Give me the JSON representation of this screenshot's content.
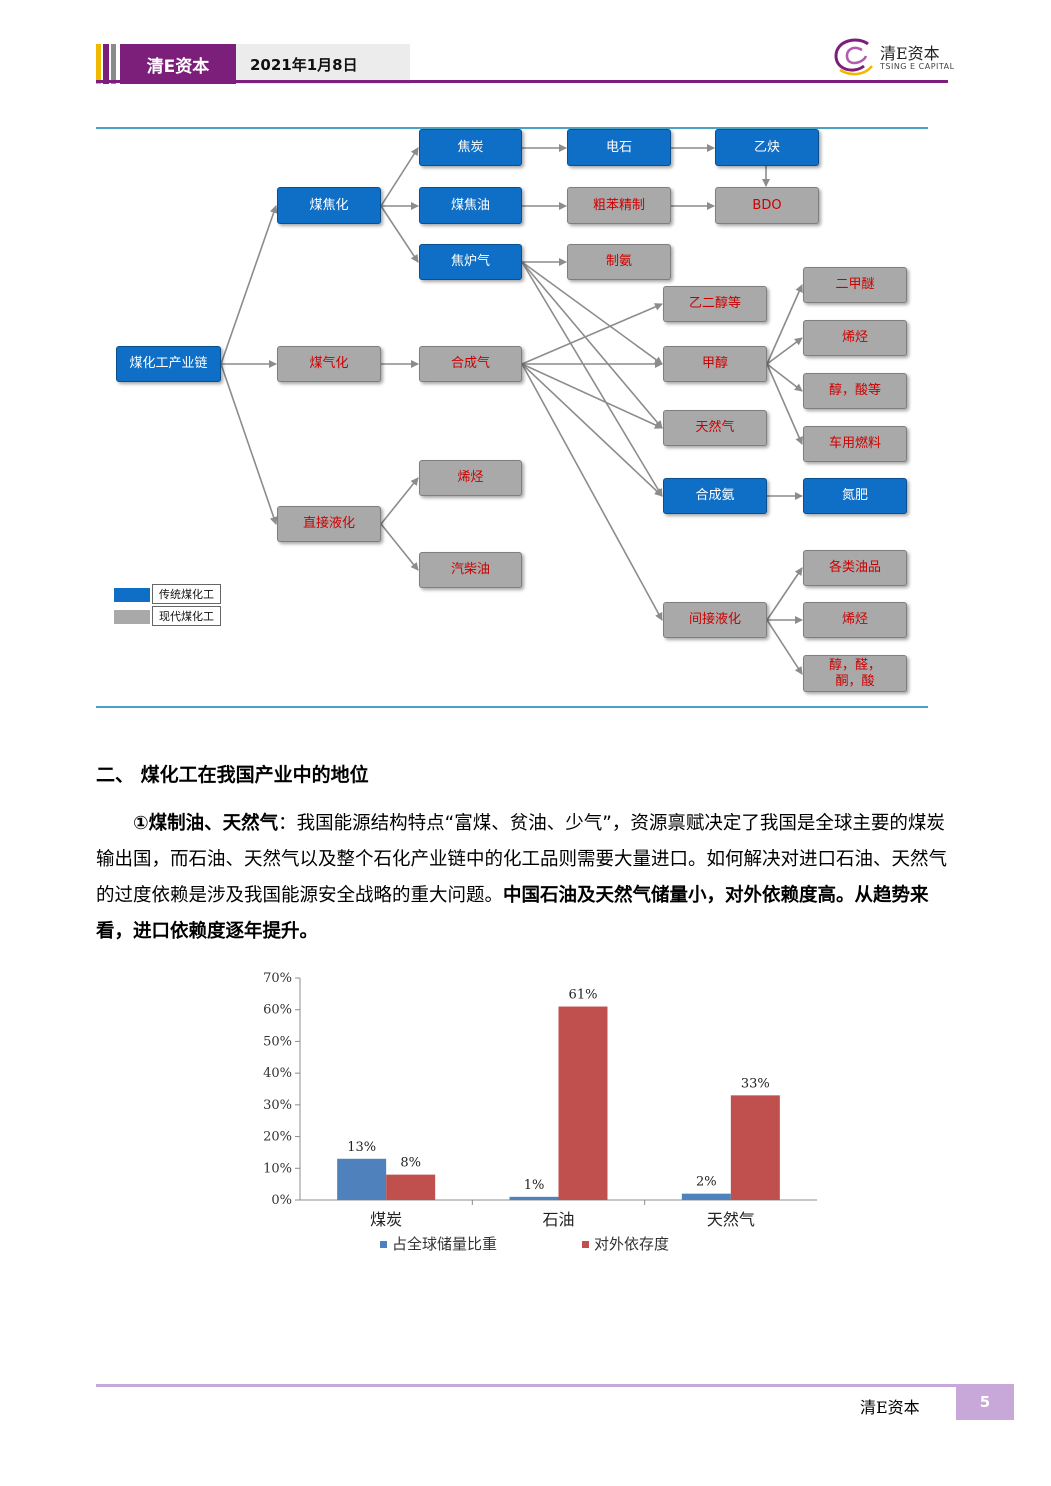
{
  "header": {
    "brand": "清E资本",
    "date": "2021年1月8日",
    "logo_text": "清E资本",
    "logo_sub": "TSING E CAPITAL",
    "colors": {
      "brand": "#7b1f7a",
      "accent_gold": "#f0b800",
      "accent_gray": "#8a8a8a"
    }
  },
  "diagram": {
    "root": "煤化工产业链",
    "nodes": {
      "coking": "煤焦化",
      "gasification": "煤气化",
      "liquefaction": "直接液化",
      "coke": "焦炭",
      "coal_tar": "煤焦油",
      "coke_gas": "焦炉气",
      "calcium_carbide": "电石",
      "acetylene": "乙炔",
      "crude_benzene": "粗苯精制",
      "bdo": "BDO",
      "ammonia_prep": "制氨",
      "syngas": "合成气",
      "olefin_a": "烯烃",
      "gasoline_diesel": "汽柴油",
      "glycol": "乙二醇等",
      "methanol": "甲醇",
      "natural_gas": "天然气",
      "synthetic_ammonia": "合成氨",
      "indirect_liquefaction": "间接液化",
      "dme": "二甲醚",
      "olefin_b": "烯烃",
      "alcohol_acid": "醇，酸等",
      "vehicle_fuel": "车用燃料",
      "fertilizer": "氮肥",
      "oils": "各类油品",
      "olefin_c": "烯烃",
      "alcohol_aldehyde": "醇，醛，酮，酸"
    },
    "legend": [
      {
        "label": "传统煤化工",
        "color": "#0f6fc6"
      },
      {
        "label": "现代煤化工",
        "color": "#a9a9a9"
      }
    ]
  },
  "section": {
    "title": "二、 煤化工在我国产业中的地位",
    "para_lead": "①煤制油、天然气",
    "para_body": "：我国能源结构特点“富煤、贫油、少气”，资源禀赋决定了我国是全球主要的煤炭输出国，而石油、天然气以及整个石化产业链中的化工品则需要大量进口。如何解决对进口石油、天然气的过度依赖是涉及我国能源安全战略的重大问题。",
    "para_bold": "中国石油及天然气储量小，对外依赖度高。从趋势来看，进口依赖度逐年提升。"
  },
  "chart_data": {
    "type": "bar",
    "categories": [
      "煤炭",
      "石油",
      "天然气"
    ],
    "series": [
      {
        "name": "占全球储量比重",
        "values": [
          13,
          1,
          2
        ],
        "labels": [
          "13%",
          "1%",
          "2%"
        ],
        "color": "#4f81bd"
      },
      {
        "name": "对外依存度",
        "values": [
          8,
          61,
          33
        ],
        "labels": [
          "8%",
          "61%",
          "33%"
        ],
        "color": "#c0504d"
      }
    ],
    "ylim": [
      0,
      70
    ],
    "yticks": [
      "0%",
      "10%",
      "20%",
      "30%",
      "40%",
      "50%",
      "60%",
      "70%"
    ],
    "grid": false,
    "legend_position": "bottom"
  },
  "footer": {
    "brand": "清E资本",
    "page": "5"
  }
}
